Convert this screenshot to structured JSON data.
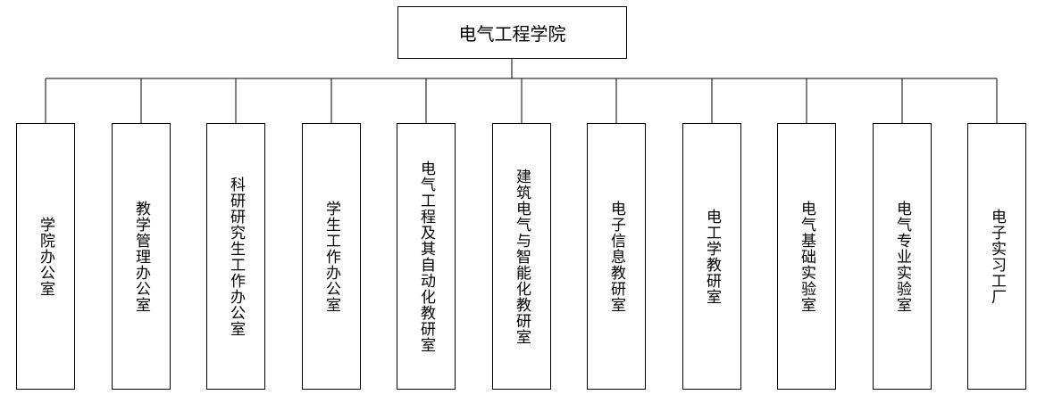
{
  "org_chart": {
    "root": "电气工程学院",
    "units": [
      "学院办公室",
      "教学管理办公室",
      "科研研究生工作办公室",
      "学生工作办公室",
      "电气工程及其自动化教研室",
      "建筑电气与智能化教研室",
      "电子信息教研室",
      "电工学教研室",
      "电气基础实验室",
      "电气专业实验室",
      "电子实习工厂"
    ]
  }
}
